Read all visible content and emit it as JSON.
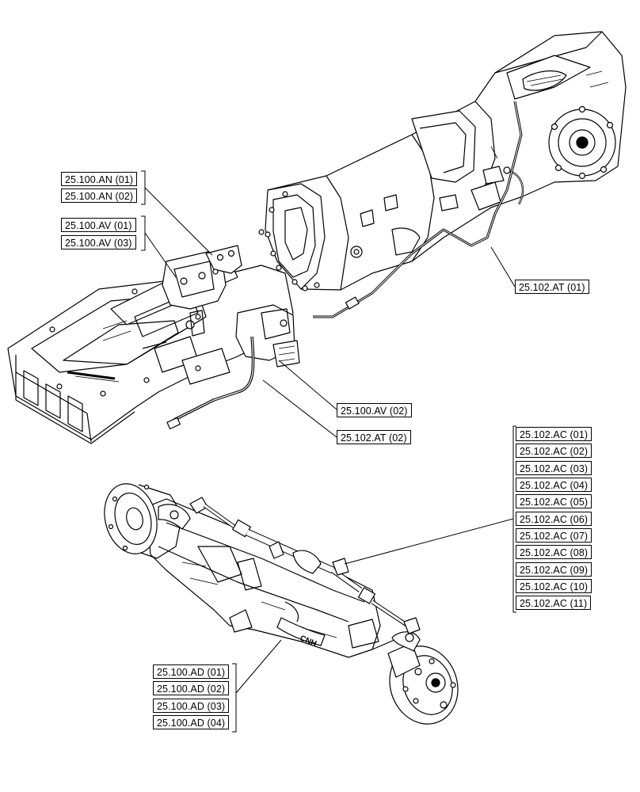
{
  "callouts": {
    "transmission_bracket": [
      "25.100.AN (01)",
      "25.100.AN (02)"
    ],
    "bracket_support": [
      "25.100.AV (01)",
      "25.100.AV (03)"
    ],
    "tube_rear": "25.102.AT (01)",
    "bracket_valve": "25.100.AV (02)",
    "tube_front": "25.102.AT (02)",
    "axle_tie_rod": [
      "25.102.AC (01)",
      "25.102.AC (02)",
      "25.102.AC (03)",
      "25.102.AC (04)",
      "25.102.AC (05)",
      "25.102.AC (06)",
      "25.102.AC (07)",
      "25.102.AC (08)",
      "25.102.AC (09)",
      "25.102.AC (10)",
      "25.102.AC (11)"
    ],
    "axle_housing": [
      "25.100.AD (01)",
      "25.100.AD (02)",
      "25.100.AD (03)",
      "25.100.AD (04)"
    ]
  },
  "brand_mark": "CNH"
}
